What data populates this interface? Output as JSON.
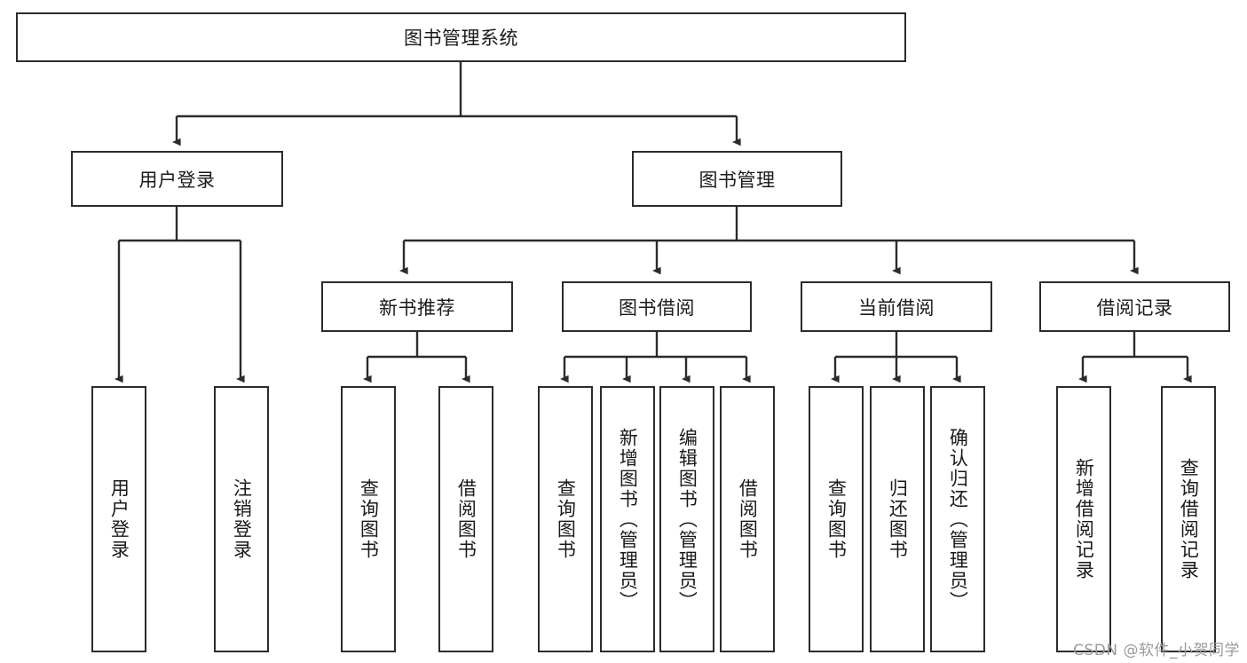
{
  "diagram": {
    "type": "tree-hierarchy",
    "title": "图书管理系统",
    "orientation": "top-down",
    "root": {
      "id": "root",
      "label": "图书管理系统",
      "text_direction": "horizontal"
    },
    "level2": [
      {
        "id": "user-login",
        "label": "用户登录",
        "text_direction": "horizontal"
      },
      {
        "id": "book-manage",
        "label": "图书管理",
        "text_direction": "horizontal"
      }
    ],
    "level3": [
      {
        "id": "new-book-rec",
        "label": "新书推荐",
        "parent": "book-manage",
        "text_direction": "horizontal"
      },
      {
        "id": "book-borrow",
        "label": "图书借阅",
        "parent": "book-manage",
        "text_direction": "horizontal"
      },
      {
        "id": "current-borrow",
        "label": "当前借阅",
        "parent": "book-manage",
        "text_direction": "horizontal"
      },
      {
        "id": "borrow-record",
        "label": "借阅记录",
        "parent": "book-manage",
        "text_direction": "horizontal"
      }
    ],
    "leaves": [
      {
        "id": "leaf-user-login",
        "label": "用户登录",
        "parent": "user-login",
        "text_direction": "vertical"
      },
      {
        "id": "leaf-user-logout",
        "label": "注销登录",
        "parent": "user-login",
        "text_direction": "vertical"
      },
      {
        "id": "leaf-query-book-1",
        "label": "查询图书",
        "parent": "new-book-rec",
        "text_direction": "vertical"
      },
      {
        "id": "leaf-borrow-book-1",
        "label": "借阅图书",
        "parent": "new-book-rec",
        "text_direction": "vertical"
      },
      {
        "id": "leaf-query-book-2",
        "label": "查询图书",
        "parent": "book-borrow",
        "text_direction": "vertical"
      },
      {
        "id": "leaf-add-book",
        "label": "新增图书（管理员）",
        "parent": "book-borrow",
        "text_direction": "vertical"
      },
      {
        "id": "leaf-edit-book",
        "label": "编辑图书（管理员）",
        "parent": "book-borrow",
        "text_direction": "vertical"
      },
      {
        "id": "leaf-borrow-book-2",
        "label": "借阅图书",
        "parent": "book-borrow",
        "text_direction": "vertical"
      },
      {
        "id": "leaf-query-book-3",
        "label": "查询图书",
        "parent": "current-borrow",
        "text_direction": "vertical"
      },
      {
        "id": "leaf-return-book",
        "label": "归还图书",
        "parent": "current-borrow",
        "text_direction": "vertical"
      },
      {
        "id": "leaf-confirm-return",
        "label": "确认归还（管理员）",
        "parent": "current-borrow",
        "text_direction": "vertical"
      },
      {
        "id": "leaf-add-record",
        "label": "新增借阅记录",
        "parent": "borrow-record",
        "text_direction": "vertical"
      },
      {
        "id": "leaf-query-record",
        "label": "查询借阅记录",
        "parent": "borrow-record",
        "text_direction": "vertical"
      }
    ],
    "colors": {
      "stroke": "#2b2b2b",
      "fill": "#ffffff",
      "text": "#1a1a1a",
      "watermark": "#9a9a9a"
    }
  },
  "watermark": {
    "text": "CSDN @软件_小贺同学"
  }
}
